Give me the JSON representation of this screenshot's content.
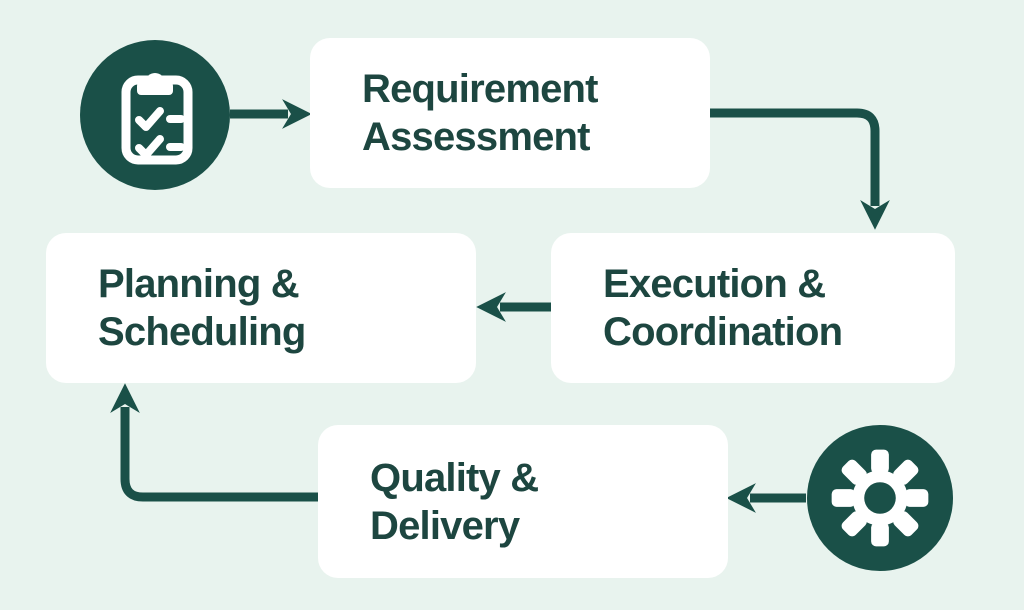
{
  "palette": {
    "background": "#e8f3ee",
    "node_background": "#ffffff",
    "accent_dark": "#1a5048",
    "text_color": "#1d4640"
  },
  "nodes": [
    {
      "id": "requirement-assessment",
      "lines": [
        "Requirement",
        "Assessment"
      ]
    },
    {
      "id": "execution-coordination",
      "lines": [
        "Execution &",
        "Coordination"
      ]
    },
    {
      "id": "planning-scheduling",
      "lines": [
        "Planning &",
        "Scheduling"
      ]
    },
    {
      "id": "quality-delivery",
      "lines": [
        "Quality &",
        "Delivery"
      ]
    }
  ],
  "icons": [
    {
      "name": "clipboard-checklist-icon"
    },
    {
      "name": "gear-icon"
    }
  ],
  "edges": [
    {
      "from": "clipboard-checklist-icon",
      "to": "requirement-assessment"
    },
    {
      "from": "requirement-assessment",
      "to": "execution-coordination"
    },
    {
      "from": "execution-coordination",
      "to": "planning-scheduling"
    },
    {
      "from": "quality-delivery",
      "to": "planning-scheduling"
    },
    {
      "from": "gear-icon",
      "to": "quality-delivery"
    }
  ]
}
